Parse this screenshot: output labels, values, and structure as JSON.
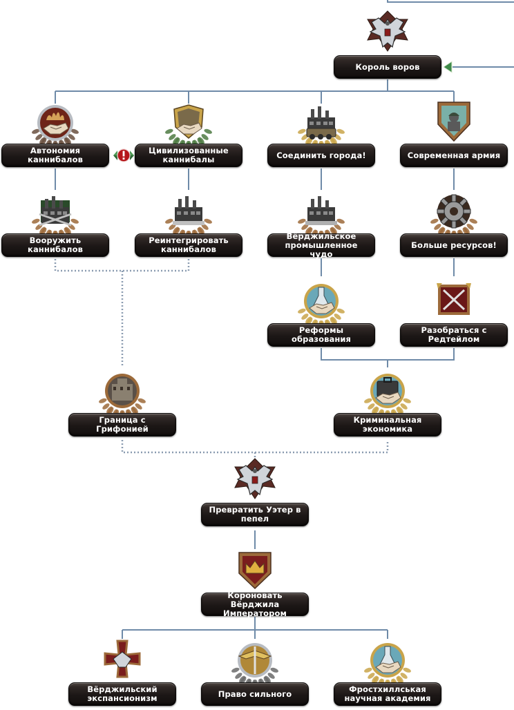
{
  "colors": {
    "connector": "#6e8aa8",
    "exclusive_dots": "#8a9bb0",
    "label_text": "#ffffff",
    "gold": "#c9a44a",
    "bronze": "#9c6a3a",
    "silver": "#b8bcc2",
    "crimson": "#7a1d1d",
    "steel_blue": "#6aa8b8",
    "green": "#4e7a42",
    "cannibal_red": "#8a3020"
  },
  "focuses": [
    {
      "id": "korol_vorov",
      "title": "Король воров",
      "icon": "silver-eagle-icon",
      "frame": "silver"
    },
    {
      "id": "avtonomiya",
      "title": "Автономия каннибалов",
      "icon": "handshake-fire-icon",
      "frame": "silver"
    },
    {
      "id": "civilizovannye",
      "title": "Цивилизованные каннибалы",
      "icon": "handshake-shield-icon",
      "frame": "gold"
    },
    {
      "id": "soedinit",
      "title": "Соединить города!",
      "icon": "tractor-factory-icon",
      "frame": "gold"
    },
    {
      "id": "sovremennaya",
      "title": "Современная армия",
      "icon": "soldier-shield-icon",
      "frame": "bronze"
    },
    {
      "id": "vooruzhit",
      "title": "Вооружить каннибалов",
      "icon": "factory-rifles-icon",
      "frame": "silver"
    },
    {
      "id": "reintegrirovat",
      "title": "Реинтегрировать каннибалов",
      "icon": "factory-city-icon",
      "frame": "bronze"
    },
    {
      "id": "chudo",
      "title": "Вёрджильское промышленное чудо",
      "icon": "factory-industry-icon",
      "frame": "bronze"
    },
    {
      "id": "resursy",
      "title": "Больше ресурсов!",
      "icon": "gear-icon",
      "frame": "bronze"
    },
    {
      "id": "reformy",
      "title": "Реформы образования",
      "icon": "flask-handshake-icon",
      "frame": "gold"
    },
    {
      "id": "redteil",
      "title": "Разобраться с Редтейлом",
      "icon": "crossed-swords-shield-icon",
      "frame": "bronze"
    },
    {
      "id": "granica",
      "title": "Граница с Грифонией",
      "icon": "fortress-icon",
      "frame": "bronze"
    },
    {
      "id": "kriminal",
      "title": "Криминальная экономика",
      "icon": "briefcase-handshake-icon",
      "frame": "gold"
    },
    {
      "id": "uzter",
      "title": "Превратить Уэтер в пепел",
      "icon": "silver-eagle-icon",
      "frame": "silver"
    },
    {
      "id": "koronovat",
      "title": "Короновать Вёрджила Императором",
      "icon": "crown-shield-icon",
      "frame": "bronze"
    },
    {
      "id": "ekspansionizm",
      "title": "Вёрджильский экспансионизм",
      "icon": "iron-cross-eagle-icon",
      "frame": "bronze"
    },
    {
      "id": "pravo",
      "title": "Право сильного",
      "icon": "eagle-sword-icon",
      "frame": "silver"
    },
    {
      "id": "akademiya",
      "title": "Фростхиллськая научная академия",
      "icon": "flask-handshake-icon",
      "frame": "gold"
    }
  ],
  "markers": {
    "exclusive_icon": "exclusive-warning-icon",
    "continuation_arrow_icon": "arrow-left-icon"
  }
}
